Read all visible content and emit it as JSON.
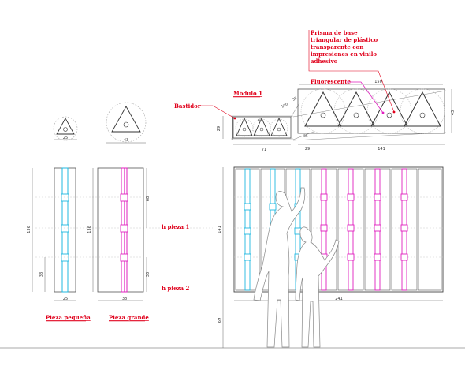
{
  "labels": {
    "prism_line1": "Prisma de base",
    "prism_line2": "triangular de plástico",
    "prism_line3": "transparente con",
    "prism_line4": "impresiones en vinilo",
    "prism_line5": "adhesivo",
    "fluorescente": "Fluorescente",
    "modulo": "Módulo 1",
    "bastidor": "Bastidor",
    "h_pieza_1": "h pieza 1",
    "h_pieza_2": "h pieza 2",
    "pieza_pequena": "Pieza pequeña",
    "pieza_grande": "Pieza grande"
  },
  "dims": {
    "tri_small_w": "25",
    "tri_big_w": "43",
    "mod_h": "29",
    "mod_inner": "63",
    "mod_diag1": "100",
    "mod_diag2": "35",
    "mod_w": "71",
    "right_top": "150",
    "right_h": "43",
    "right_small": "35",
    "right_bottom1": "29",
    "right_bottom2": "141",
    "p1_h": "136",
    "p1_low": "33",
    "p1_w": "25",
    "p2_h": "136",
    "p2_top": "68",
    "p2_low": "33",
    "p2_w": "38",
    "front_h": "141",
    "front_w": "241",
    "floor_h": "69"
  },
  "colors": {
    "accent_red": "#e0001b",
    "cyan": "#1fb8e0",
    "magenta": "#e01fbf"
  }
}
